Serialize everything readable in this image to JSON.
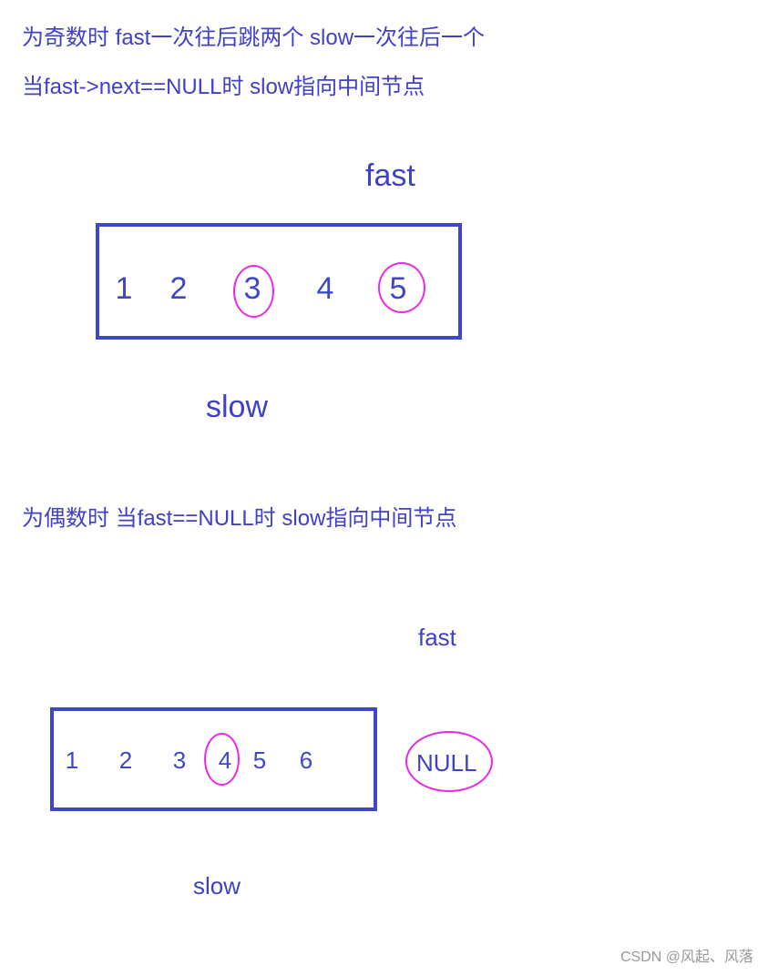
{
  "odd_case": {
    "line1": "为奇数时 fast一次往后跳两个 slow一次往后一个",
    "line2": "当fast->next==NULL时 slow指向中间节点",
    "fast_label": "fast",
    "slow_label": "slow",
    "nodes": [
      "1",
      "2",
      "3",
      "4",
      "5"
    ],
    "slow_position": "3",
    "fast_position": "5"
  },
  "even_case": {
    "line": "为偶数时  当fast==NULL时 slow指向中间节点",
    "fast_label": "fast",
    "slow_label": "slow",
    "nodes": [
      "1",
      "2",
      "3",
      "4",
      "5",
      "6"
    ],
    "slow_position": "4",
    "null_label": "NULL"
  },
  "watermark": "CSDN @风起、风落",
  "colors": {
    "text": "#4040c8",
    "box": "#3f47c8",
    "highlight": "#e82ae8"
  }
}
